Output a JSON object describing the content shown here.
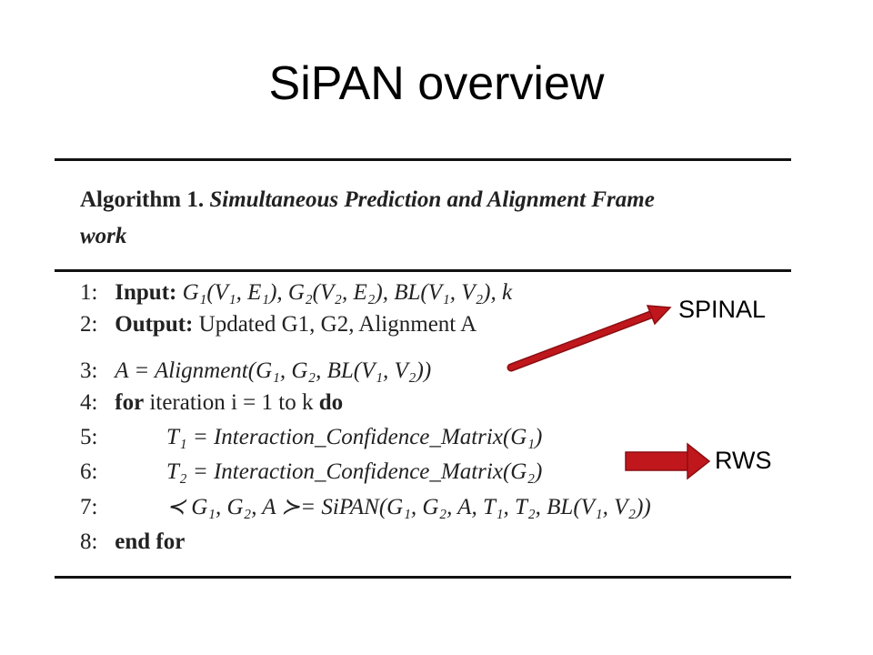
{
  "slide": {
    "title": "SiPAN overview"
  },
  "algorithm": {
    "caption_head": "Algorithm 1.",
    "caption_title_line1": "Simultaneous Prediction and Alignment Frame",
    "caption_title_line2": "work",
    "lines": [
      {
        "num": "1:",
        "keyword": "Input:",
        "text": "G₁(V₁, E₁), G₂(V₂, E₂), BL(V₁, V₂), k"
      },
      {
        "num": "2:",
        "keyword": "Output:",
        "text": "Updated G1, G2, Alignment A"
      },
      {
        "num": "3:",
        "keyword": "",
        "text": "A = Alignment(G₁, G₂, BL(V₁, V₂))"
      },
      {
        "num": "4:",
        "keyword": "for",
        "text": "iteration i = 1 to k",
        "keyword_end": "do"
      },
      {
        "num": "5:",
        "keyword": "",
        "text": "T₁ = Interaction_Confidence_Matrix(G₁)"
      },
      {
        "num": "6:",
        "keyword": "",
        "text": "T₂ = Interaction_Confidence_Matrix(G₂)"
      },
      {
        "num": "7:",
        "keyword": "",
        "text": "≺ G₁, G₂, A ≻= SiPAN(G₁, G₂, A, T₁, T₂, BL(V₁, V₂))"
      },
      {
        "num": "8:",
        "keyword": "end for",
        "text": ""
      }
    ]
  },
  "annotations": {
    "spinal_label": "SPINAL",
    "rws_label": "RWS",
    "arrow_color": "#c0171c"
  }
}
